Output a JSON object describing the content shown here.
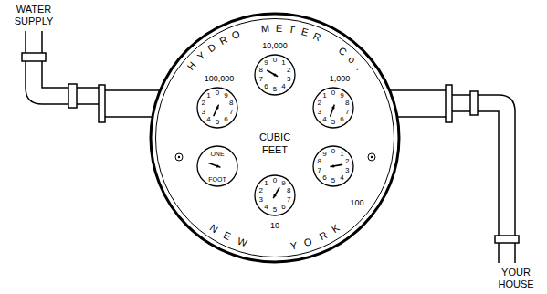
{
  "diagram": {
    "nodes": [
      {
        "text": [
          "HYDRO METER Co.",
          "CUBIC FEET",
          "NEW YORK"
        ]
      },
      {
        "text": [
          "10,000",
          "0",
          "1",
          "2",
          "3",
          "4",
          "5",
          "6",
          "7",
          "8",
          "9"
        ],
        "in": 0
      },
      {
        "text": [
          "100,000",
          "0",
          "1",
          "2",
          "3",
          "4",
          "5",
          "6",
          "7",
          "8",
          "9"
        ],
        "in": 0
      },
      {
        "text": [
          "1,000",
          "0",
          "1",
          "2",
          "3",
          "4",
          "5",
          "6",
          "7",
          "8",
          "9"
        ],
        "in": 0
      },
      {
        "text": [
          "ONE",
          "FOOT"
        ],
        "in": 0
      },
      {
        "text": [
          "100",
          "0",
          "1",
          "2",
          "3",
          "4",
          "5",
          "6",
          "7",
          "8",
          "9"
        ],
        "in": 0
      },
      {
        "text": [
          "10",
          "0",
          "1",
          "2",
          "3",
          "4",
          "5",
          "6",
          "7",
          "8",
          "9"
        ],
        "in": 0
      }
    ],
    "labels": [
      "WATER SUPPLY",
      "YOUR HOUSE"
    ]
  }
}
